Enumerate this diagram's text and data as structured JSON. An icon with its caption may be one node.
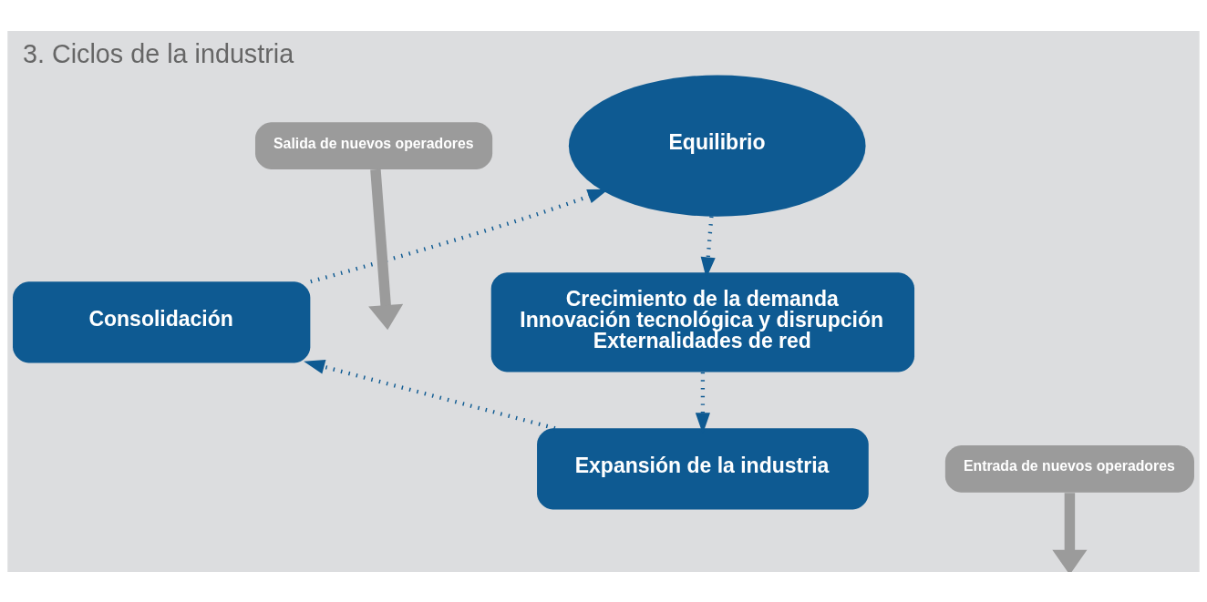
{
  "diagram": {
    "title": "3. Ciclos de la industria",
    "nodes": [
      {
        "text": [
          "Equilibrio"
        ]
      },
      {
        "text": [
          "Crecimiento de la demanda",
          "Innovación tecnológica y disrupción",
          "Externalidades de red"
        ]
      },
      {
        "text": [
          "Expansión de la industria"
        ]
      },
      {
        "text": [
          "Consolidación"
        ]
      },
      {
        "text": [
          "Salida de nuevos operadores"
        ]
      },
      {
        "text": [
          "Entrada de nuevos operadores"
        ]
      }
    ],
    "edges": [
      {
        "from": 0,
        "to": 1,
        "arrow": "to",
        "style": "dashed"
      },
      {
        "from": 1,
        "to": 2,
        "arrow": "to",
        "style": "dashed"
      },
      {
        "from": 2,
        "to": 3,
        "arrow": "to",
        "style": "dashed"
      },
      {
        "from": 3,
        "to": 0,
        "arrow": "to",
        "style": "dashed"
      },
      {
        "from": 4,
        "to": null,
        "arrow": "to",
        "style": "thick",
        "color": "#9b9b9b"
      },
      {
        "from": 5,
        "to": null,
        "arrow": "to",
        "style": "thick",
        "color": "#9b9b9b"
      }
    ]
  }
}
